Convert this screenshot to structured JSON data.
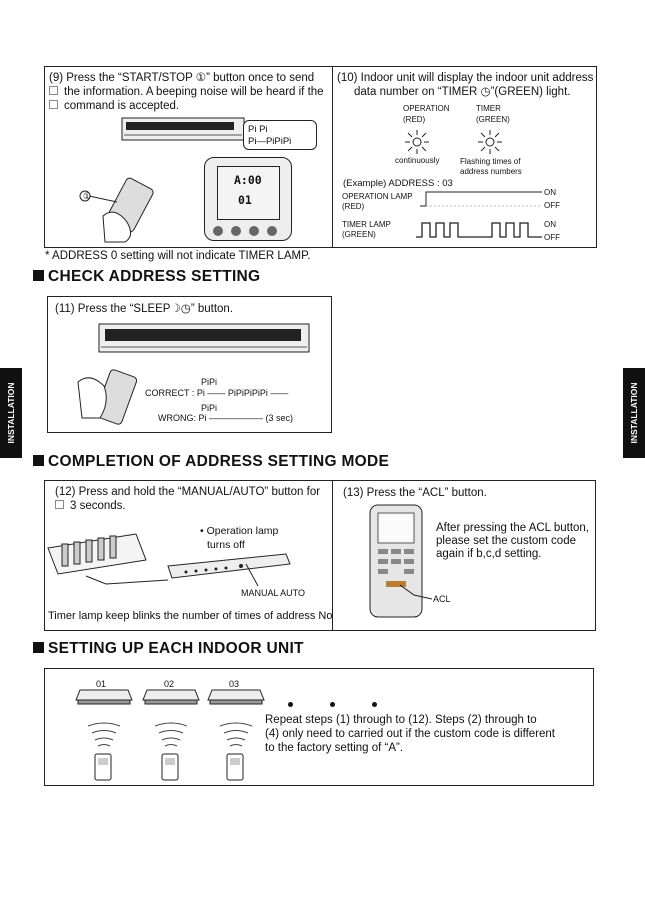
{
  "side_tab_left": "INSTALLATION",
  "side_tab_right": "INSTALLATION",
  "step9": {
    "line1": "(9) Press the “START/STOP ①” button once to send",
    "line2": "the information. A beeping noise will be heard if the",
    "line3": "command is accepted.",
    "beep_pipi": "Pi Pi",
    "beep_pipipipi": "Pi—PiPiPi",
    "display_top": "A:00",
    "display_bottom": "01",
    "callout": "①"
  },
  "step10": {
    "line1": "(10) Indoor unit will display the indoor unit address",
    "line2": "data number on “TIMER ◷”(GREEN) light.",
    "operation_label": "OPERATION",
    "operation_color": "(RED)",
    "timer_label": "TIMER",
    "timer_color": "(GREEN)",
    "continuously": "continuously",
    "flashing1": "Flashing times of",
    "flashing2": "address numbers",
    "example": "(Example)  ADDRESS : 03",
    "op_lamp": "OPERATION LAMP",
    "op_lamp_color": "(RED)",
    "timer_lamp": "TIMER LAMP",
    "timer_lamp_color": "(GREEN)",
    "on1": "ON",
    "off1": "OFF",
    "on2": "ON",
    "off2": "OFF"
  },
  "note_address0": "* ADDRESS 0 setting will not indicate TIMER LAMP.",
  "heading_check": "CHECK ADDRESS SETTING",
  "step11": {
    "line1": "(11) Press the “SLEEP☽◷” button.",
    "correct_pipi": "PiPi",
    "correct": "CORRECT : Pi —— PiPiPiPiPi ——",
    "wrong_pipi": "PiPi",
    "wrong": "WRONG: Pi —————— (3 sec)"
  },
  "heading_completion": "COMPLETION OF ADDRESS SETTING MODE",
  "step12": {
    "line1": "(12) Press and hold the “MANUAL/AUTO” button for",
    "line2": "3 seconds.",
    "op_lamp_note1": "• Operation lamp",
    "op_lamp_note2": "turns off",
    "manual_auto": "MANUAL AUTO",
    "footer": "Timer lamp keep blinks the number of times of address No."
  },
  "step13": {
    "line1": "(13) Press the “ACL” button.",
    "desc1": "After pressing the ACL button,",
    "desc2": "please set the custom code",
    "desc3": "again if b,c,d setting.",
    "acl": "ACL"
  },
  "heading_setup": "SETTING UP EACH INDOOR UNIT",
  "units": [
    "01",
    "02",
    "03"
  ],
  "repeat": {
    "line1": "Repeat steps (1) through to (12). Steps (2) through to",
    "line2": "(4) only need to carried out if the custom code is different",
    "line3": "to the factory setting of “A”."
  }
}
